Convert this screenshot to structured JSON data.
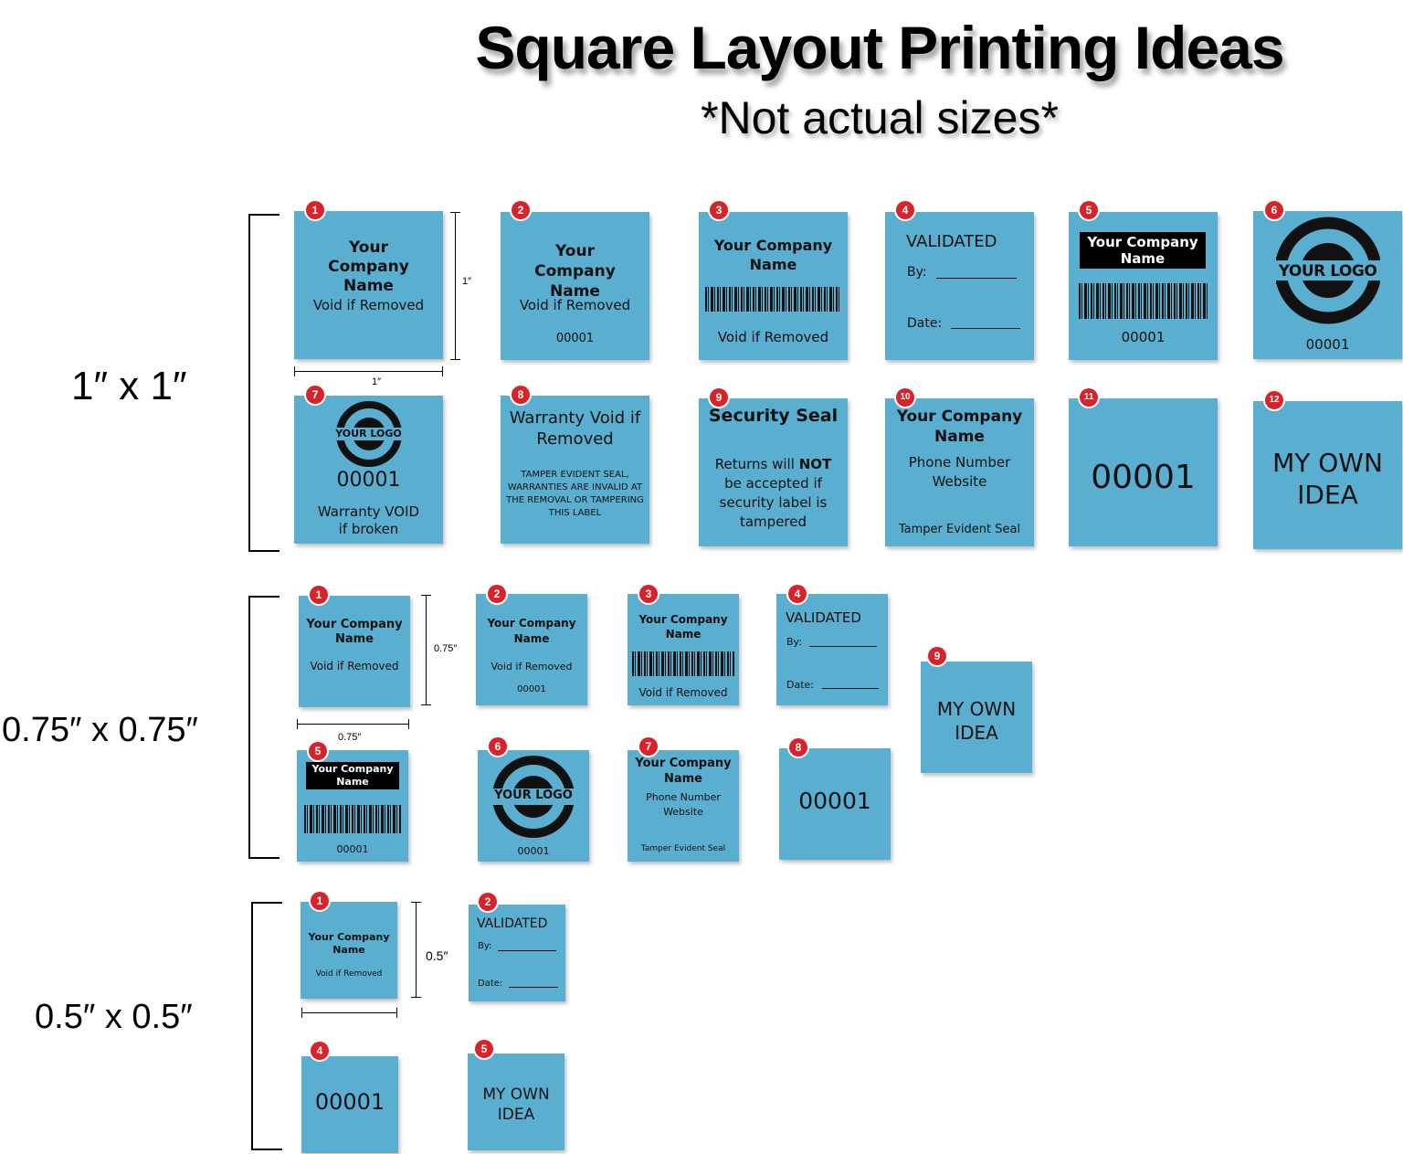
{
  "header": {
    "title": "Square Layout Printing Ideas",
    "subtitle": "*Not actual sizes*"
  },
  "colors": {
    "label_fill": "#5aaed0",
    "badge": "#d8232a"
  },
  "sections": {
    "s1": {
      "label": "1″ x 1″",
      "dim_width": "1″",
      "dim_height": "1″",
      "items": {
        "l1": {
          "num": "1",
          "name": "Your Company Name",
          "line": "Void if Removed"
        },
        "l2": {
          "num": "2",
          "name": "Your Company Name",
          "line": "Void if Removed",
          "serial": "00001"
        },
        "l3": {
          "num": "3",
          "name": "Your Company Name",
          "line": "Void if Removed"
        },
        "l4": {
          "num": "4",
          "heading": "VALIDATED",
          "by": "By:",
          "date": "Date:"
        },
        "l5": {
          "num": "5",
          "name": "Your Company Name",
          "serial": "00001"
        },
        "l6": {
          "num": "6",
          "logo": "YOUR LOGO",
          "serial": "00001"
        },
        "l7": {
          "num": "7",
          "logo": "YOUR LOGO",
          "serial": "00001",
          "line": "Warranty VOID if broken"
        },
        "l8": {
          "num": "8",
          "heading": "Warranty Void if Removed",
          "fine": "TAMPER EVIDENT SEAL, WARRANTIES ARE INVALID AT THE REMOVAL OR TAMPERING THIS LABEL"
        },
        "l9": {
          "num": "9",
          "heading": "Security Seal",
          "line_a": "Returns will",
          "line_not": "NOT",
          "line_b": "be accepted if security label is tampered"
        },
        "l10": {
          "num": "10",
          "name": "Your Company Name",
          "phone": "Phone Number",
          "web": "Website",
          "footer": "Tamper Evident Seal"
        },
        "l11": {
          "num": "11",
          "serial": "00001"
        },
        "l12": {
          "num": "12",
          "idea": "MY OWN IDEA"
        }
      }
    },
    "s2": {
      "label": "0.75″ x 0.75″",
      "dim_width": "0.75″",
      "dim_height": "0.75″",
      "items": {
        "l1": {
          "num": "1",
          "name": "Your Company Name",
          "line": "Void if Removed"
        },
        "l2": {
          "num": "2",
          "name": "Your Company Name",
          "line": "Void if Removed",
          "serial": "00001"
        },
        "l3": {
          "num": "3",
          "name": "Your Company Name",
          "line": "Void if Removed"
        },
        "l4": {
          "num": "4",
          "heading": "VALIDATED",
          "by": "By:",
          "date": "Date:"
        },
        "l5": {
          "num": "5",
          "name": "Your Company Name",
          "serial": "00001"
        },
        "l6": {
          "num": "6",
          "logo": "YOUR LOGO",
          "serial": "00001"
        },
        "l7": {
          "num": "7",
          "name": "Your Company Name",
          "phone": "Phone Number",
          "web": "Website",
          "footer": "Tamper Evident Seal"
        },
        "l8": {
          "num": "8",
          "serial": "00001"
        },
        "l9": {
          "num": "9",
          "idea": "MY OWN IDEA"
        }
      }
    },
    "s3": {
      "label": "0.5″ x 0.5″",
      "dim_height": "0.5″",
      "items": {
        "l1": {
          "num": "1",
          "name": "Your Company Name",
          "line": "Void if Removed"
        },
        "l2": {
          "num": "2",
          "heading": "VALIDATED",
          "by": "By:",
          "date": "Date:"
        },
        "l4": {
          "num": "4",
          "serial": "00001"
        },
        "l5": {
          "num": "5",
          "idea": "MY OWN IDEA"
        }
      }
    }
  }
}
